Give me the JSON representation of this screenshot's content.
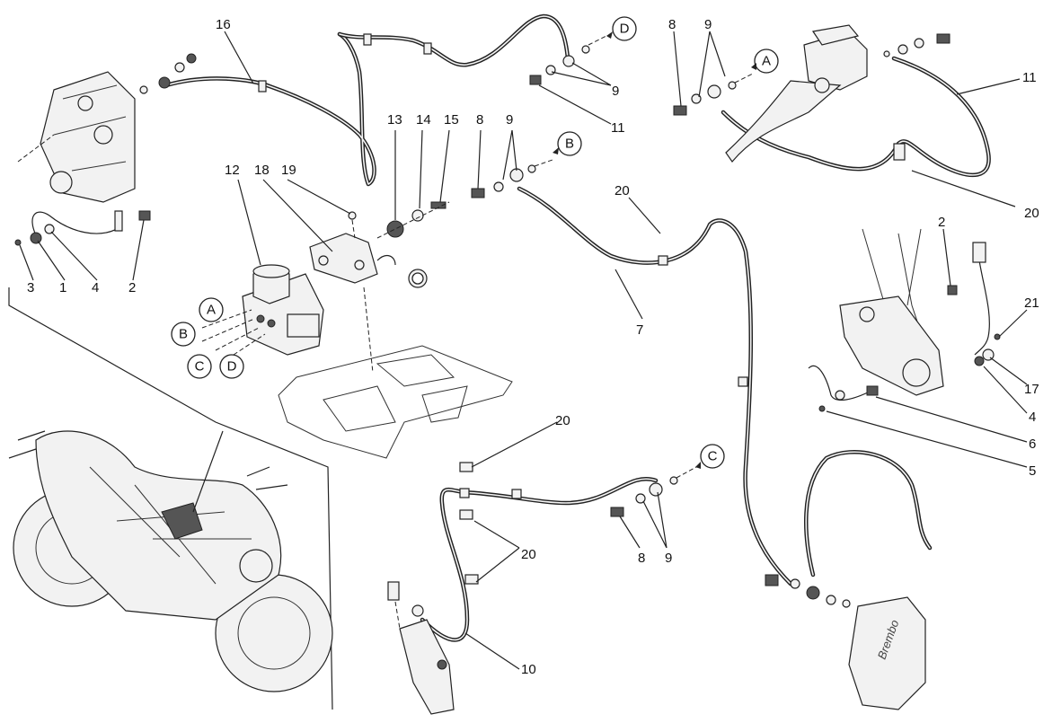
{
  "title": "ABS braking system - exploded view",
  "callouts": [
    {
      "id": "c16",
      "text": "16"
    },
    {
      "id": "c13",
      "text": "13"
    },
    {
      "id": "c14",
      "text": "14"
    },
    {
      "id": "c15",
      "text": "15"
    },
    {
      "id": "c8a",
      "text": "8"
    },
    {
      "id": "c9a",
      "text": "9"
    },
    {
      "id": "c12",
      "text": "12"
    },
    {
      "id": "c18",
      "text": "18"
    },
    {
      "id": "c19",
      "text": "19"
    },
    {
      "id": "c20a",
      "text": "20"
    },
    {
      "id": "c7",
      "text": "7"
    },
    {
      "id": "c9b",
      "text": "9"
    },
    {
      "id": "c11a",
      "text": "11"
    },
    {
      "id": "c8b",
      "text": "8"
    },
    {
      "id": "c9c",
      "text": "9"
    },
    {
      "id": "c11b",
      "text": "11"
    },
    {
      "id": "c20b",
      "text": "20"
    },
    {
      "id": "c2a",
      "text": "2"
    },
    {
      "id": "c21",
      "text": "21"
    },
    {
      "id": "c17",
      "text": "17"
    },
    {
      "id": "c4a",
      "text": "4"
    },
    {
      "id": "c6",
      "text": "6"
    },
    {
      "id": "c5",
      "text": "5"
    },
    {
      "id": "c3",
      "text": "3"
    },
    {
      "id": "c1",
      "text": "1"
    },
    {
      "id": "c4b",
      "text": "4"
    },
    {
      "id": "c2b",
      "text": "2"
    },
    {
      "id": "c20c",
      "text": "20"
    },
    {
      "id": "c20d",
      "text": "20"
    },
    {
      "id": "c8c",
      "text": "8"
    },
    {
      "id": "c9d",
      "text": "9"
    },
    {
      "id": "c10",
      "text": "10"
    }
  ],
  "connectors": [
    {
      "id": "D1",
      "text": "D"
    },
    {
      "id": "A1",
      "text": "A"
    },
    {
      "id": "B1",
      "text": "B"
    },
    {
      "id": "C1",
      "text": "C"
    },
    {
      "id": "A2",
      "text": "A"
    },
    {
      "id": "B2",
      "text": "B"
    },
    {
      "id": "C2",
      "text": "C"
    },
    {
      "id": "D2",
      "text": "D"
    }
  ],
  "caliper_brand": "Brembo"
}
